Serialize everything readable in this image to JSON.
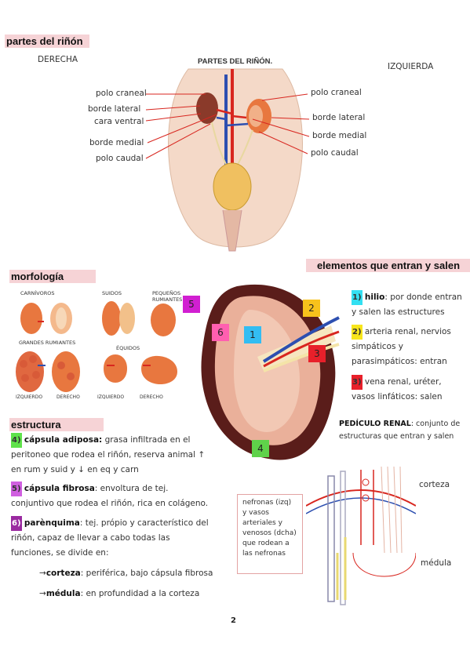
{
  "headings": {
    "partes": "partes del riñón",
    "morfologia": "morfología",
    "elementos": "elementos que entran y salen",
    "estructura": "estructura"
  },
  "top_figure": {
    "title": "PARTES DEL RIÑÓN.",
    "derecha": "DERECHA",
    "izquierda": "IZQUIERDA",
    "left_labels": [
      "polo craneal",
      "borde lateral",
      "cara ventral",
      "borde medial",
      "polo caudal"
    ],
    "right_labels": [
      "polo craneal",
      "borde lateral",
      "borde medial",
      "polo caudal"
    ]
  },
  "morph_figure": {
    "carnivoros": "CARNÍVOROS",
    "suidos": "SUIDOS",
    "pequenos": "PEQUEÑOS",
    "rumiantes": "RUMIANTES",
    "grandes": "GRANDES RUMIANTES",
    "equidos": "ÉQUIDOS",
    "izq1": "IZQUIERDO",
    "der1": "DERECHO",
    "izq2": "IZQUIERDO",
    "der2": "DERECHO"
  },
  "kidney_squares": [
    {
      "n": "5",
      "color": "#d11fd1"
    },
    {
      "n": "6",
      "color": "#ff5fb0"
    },
    {
      "n": "1",
      "color": "#33bdf2"
    },
    {
      "n": "2",
      "color": "#f7c21c"
    },
    {
      "n": "3",
      "color": "#e8202a"
    },
    {
      "n": "4",
      "color": "#5fd24a"
    }
  ],
  "elementos": [
    {
      "n": "1)",
      "color": "#33e0f2",
      "bold": "hilio",
      "text": ": por donde entran y salen las estructures"
    },
    {
      "n": "2)",
      "color": "#f7e51c",
      "bold": "",
      "text": " arteria renal, nervios simpáticos y parasimpáticos: entran"
    },
    {
      "n": "3)",
      "color": "#e8202a",
      "bold": "",
      "text": " vena renal, uréter, vasos linfáticos: salen"
    }
  ],
  "pediculo": {
    "bold": "PEDÍCULO RENAL",
    "text": ": conjunto de estructuras que entran y salen"
  },
  "estructura": [
    {
      "n": "4)",
      "color": "#5fe24a",
      "bold": "cápsula adiposa:",
      "text": " grasa infiltrada en el peritoneo que rodea el riñón, reserva animal ↑ en rum y suid y ↓ en eq y carn"
    },
    {
      "n": "5)",
      "color": "#d05fe0",
      "bold": "cápsula fibrosa",
      "text": ": envoltura de tej. conjuntivo que rodea el riñón, rica en colágeno."
    },
    {
      "n": "6)",
      "color": "#9a2aa0",
      "bold": "parènquima",
      "text": ": tej. própio y característico del riñón, capaz de llevar a cabo todas las funciones, se divide en:"
    }
  ],
  "sub": [
    {
      "arrow": "→",
      "bold": "corteza",
      "text": ": periférica, bajo cápsula fibrosa"
    },
    {
      "arrow": "→",
      "bold": "médula",
      "text": ": en profundidad a la corteza"
    }
  ],
  "nephron_note": "nefronas (izq) y vasos arteriales y venosos (dcha) que rodean a las nefronas",
  "corteza_label": "corteza",
  "medula_label": "médula",
  "page_number": "2",
  "colors": {
    "highlight": "#f6d3d6",
    "artery": "#d8261f",
    "vein": "#2d4fb0",
    "kidney": "#e8773f"
  }
}
